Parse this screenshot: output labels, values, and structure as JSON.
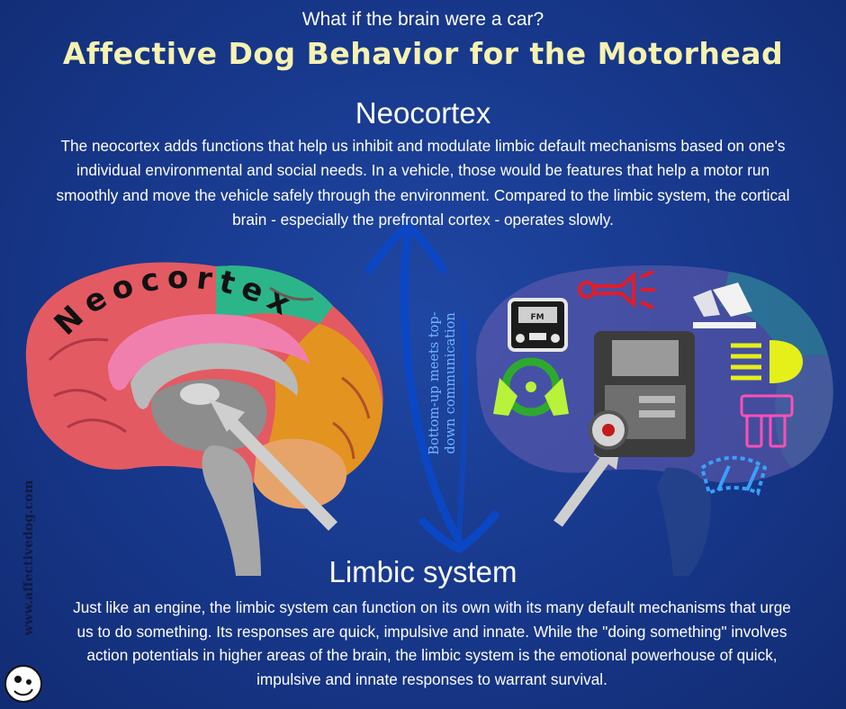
{
  "header": {
    "subtitle": "What if the brain were a car?",
    "title": "Affective Dog Behavior for the Motorhead"
  },
  "neocortex": {
    "heading": "Neocortex",
    "body": "The neocortex adds functions that help us inhibit and modulate limbic default mechanisms based on one's individual environmental and social needs. In a vehicle, those would be features that help a motor run smoothly and move the vehicle safely through the environment. Compared to the limbic system, the cortical brain - especially the prefrontal cortex - operates slowly.",
    "brain_label": "Neocortex"
  },
  "center": {
    "arrow_label": "Bottom-up meets top-down communication"
  },
  "limbic": {
    "heading": "Limbic system",
    "body": "Just like an engine, the limbic system can function on its own with its many default mechanisms that urge us to do something. Its responses are quick, impulsive and innate. While the \"doing something\" involves action potentials in higher areas of the brain, the limbic system is the emotional powerhouse of quick, impulsive and innate responses to warrant survival."
  },
  "car_icons": {
    "radio_text": "FM",
    "icons": [
      "radio-icon",
      "horn-icon",
      "pedal-icon",
      "headlight-icon",
      "steering-wheel-icon",
      "fuse-icon",
      "windshield-wiper-icon",
      "engine-image"
    ]
  },
  "footer": {
    "website": "www.affectivedog.com"
  },
  "colors": {
    "background": "#17378a",
    "title": "#f6f2b0",
    "arrow_blue": "#0b47c4",
    "label_blue": "#6fb6ff"
  }
}
